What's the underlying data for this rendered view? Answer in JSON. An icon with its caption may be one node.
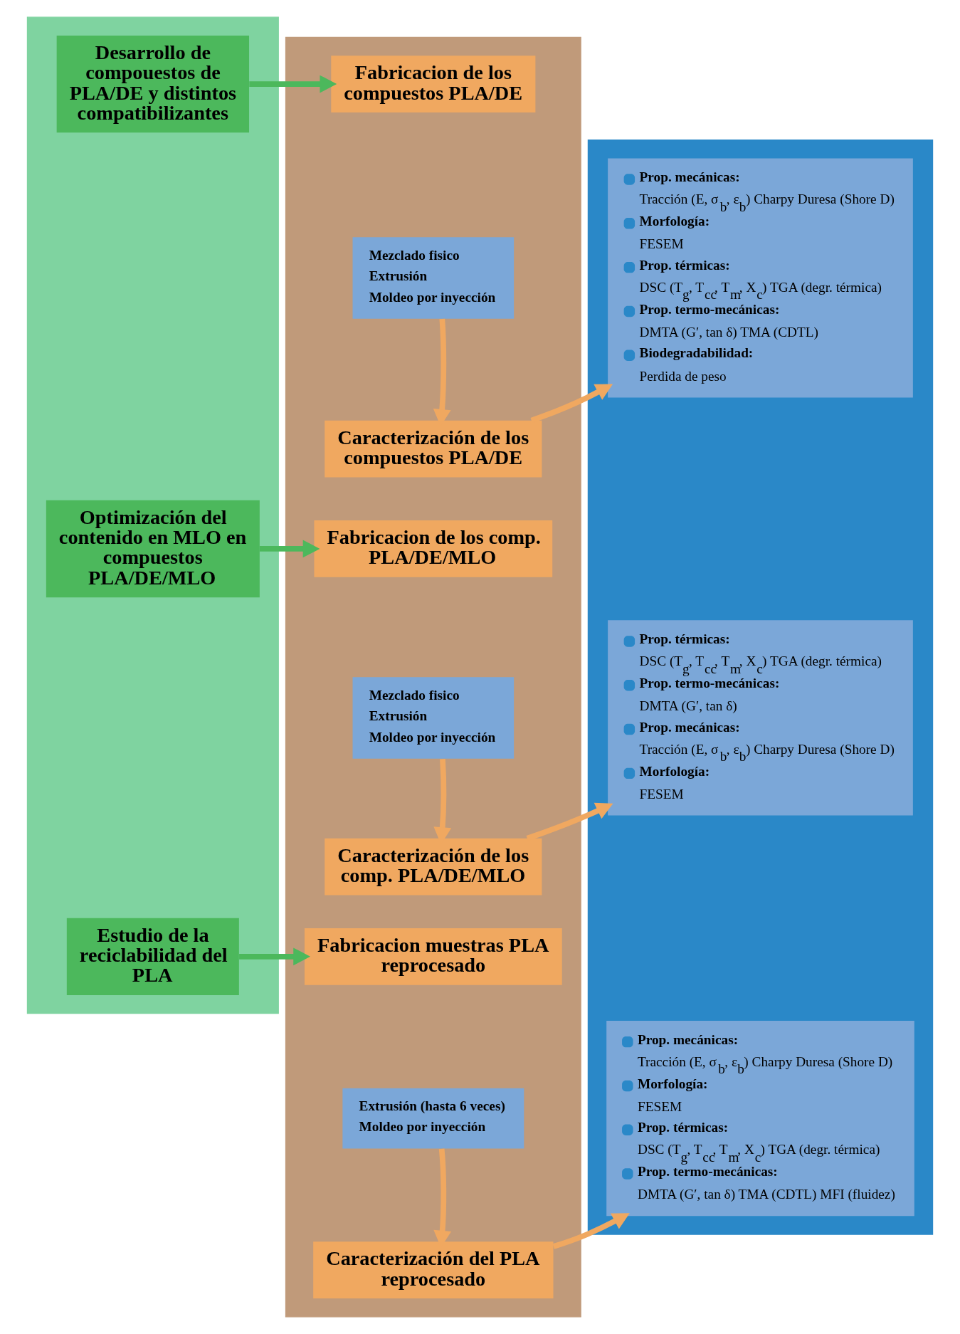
{
  "diagram": {
    "nodes": [
      {
        "text": [],
        "shape": "bar"
      },
      {
        "text": [],
        "shape": "bar"
      },
      {
        "text": [],
        "shape": "bar"
      },
      {
        "text": [
          "Desarrollo de compouestos de PLA/DE y distintos compatibilizantes"
        ],
        "in": 0
      },
      {
        "text": [
          "Fabricacion de los compuestos PLA/DE"
        ],
        "in": 1
      },
      {
        "text": [
          "Mezclado fisico",
          "Extrusión",
          "Moldeo por inyección"
        ],
        "in": 1
      },
      {
        "text": [
          "Caracterización de los compuestos PLA/DE"
        ],
        "in": 1
      },
      {
        "text": [
          "Prop. mecánicas:",
          "Tracción (E, σ$_{b}$, ε$_{b}$) Charpy Duresa (Shore D)",
          "Morfología:",
          "FESEM",
          "Prop. térmicas:",
          "DSC (T$_{g}$, T$_{cc}$, T$_{m}$, X$_{c}$) TGA (degr. térmica)",
          "Prop. termo-mecánicas:",
          "DMTA (G′, tan δ) TMA (CDTL)",
          "Biodegradabilidad:",
          "Perdida de peso"
        ],
        "in": 2
      },
      {
        "text": [
          "Optimización del contenido en MLO en compuestos PLA/DE/MLO"
        ],
        "in": 0
      },
      {
        "text": [
          "Fabricacion de los comp. PLA/DE/MLO"
        ],
        "in": 1
      },
      {
        "text": [
          "Mezclado fisico",
          "Extrusión",
          "Moldeo por inyección"
        ],
        "in": 1
      },
      {
        "text": [
          "Caracterización de los comp. PLA/DE/MLO"
        ],
        "in": 1
      },
      {
        "text": [
          "Prop. térmicas:",
          "DSC (T$_{g}$, T$_{cc}$, T$_{m}$, X$_{c}$) TGA (degr. térmica)",
          "Prop. termo-mecánicas:",
          "DMTA (G′, tan δ)",
          "Prop. mecánicas:",
          "Tracción (E, σ$_{b}$, ε$_{b}$) Charpy Duresa (Shore D)",
          "Morfología:",
          "FESEM"
        ],
        "in": 2
      },
      {
        "text": [
          "Estudio de la reciclabilidad del PLA"
        ],
        "in": 0
      },
      {
        "text": [
          "Fabricacion muestras PLA reprocesado"
        ],
        "in": 1
      },
      {
        "text": [
          "Extrusión (hasta 6 veces)",
          "Moldeo por inyección"
        ],
        "in": 1
      },
      {
        "text": [
          "Caracterización del PLA reprocesado"
        ],
        "in": 1
      },
      {
        "text": [
          "Prop. mecánicas:",
          "Tracción (E, σ$_{b}$, ε$_{b}$) Charpy Duresa (Shore D)",
          "Morfología:",
          "FESEM",
          "Prop. térmicas:",
          "DSC (T$_{g}$, T$_{cc}$, T$_{m}$, X$_{c}$) TGA (degr. térmica)",
          "Prop. termo-mecánicas:",
          "DMTA (G′, tan δ) TMA (CDTL) MFI (fluidez)"
        ],
        "in": 2
      }
    ],
    "edges": [
      {
        "from": 3,
        "to": 4,
        "arrow": "to",
        "color": "#4cb85c"
      },
      {
        "from": 5,
        "to": 6,
        "arrow": "to"
      },
      {
        "from": 6,
        "to": 7,
        "arrow": "to"
      },
      {
        "from": 8,
        "to": 9,
        "arrow": "to",
        "color": "#4cb85c"
      },
      {
        "from": 10,
        "to": 11,
        "arrow": "to"
      },
      {
        "from": 11,
        "to": 12,
        "arrow": "to"
      },
      {
        "from": 13,
        "to": 14,
        "arrow": "to",
        "color": "#4cb85c"
      },
      {
        "from": 15,
        "to": 16,
        "arrow": "to"
      },
      {
        "from": 16,
        "to": 17,
        "arrow": "to"
      }
    ]
  }
}
